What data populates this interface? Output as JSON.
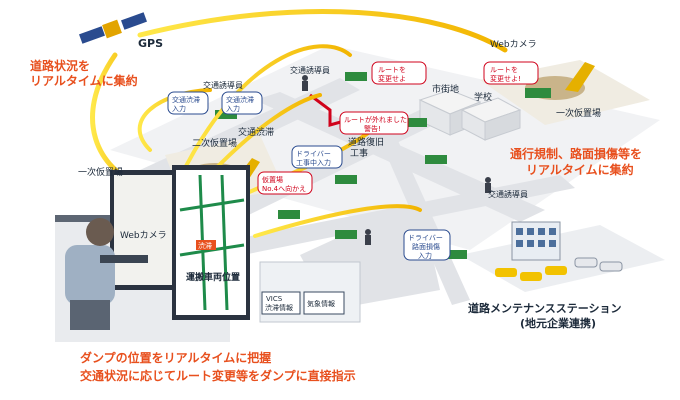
{
  "labels": {
    "gps": "GPS",
    "road_status": [
      "道路状況を",
      "リアルタイムに集約"
    ],
    "web_camera_top": "Webカメラ",
    "web_camera_center": "Webカメラ",
    "primary_yard_left": "一次仮置場",
    "primary_yard_right": "一次仮置場",
    "secondary_yard": "二次仮置場",
    "traffic_guard_1": "交通誘導員",
    "traffic_guard_2": "交通誘導員",
    "traffic_guard_3": "交通誘導員",
    "traffic_jam": "交通渋滞",
    "city_area": "市街地",
    "school": "学校",
    "road_work": [
      "道路復旧",
      "工事"
    ],
    "regulation": [
      "通行規制、路面損傷等を",
      "リアルタイムに集約"
    ],
    "maintenance": [
      "道路メンテナンスステーション",
      "(地元企業連携)"
    ],
    "vehicle_position": "運搬車両位置",
    "jam_marker": "渋滞",
    "vics": [
      "VICS",
      "渋滞情報"
    ],
    "weather": "気象情報",
    "bottom_caption": [
      "ダンプの位置をリアルタイムに把握",
      "交通状況に応じてルート変更等をダンプに直接指示"
    ]
  },
  "bubbles": {
    "change_route_1": [
      "ルートを",
      "変更せよ"
    ],
    "change_route_2": [
      "ルートを",
      "変更せよ!"
    ],
    "off_route": [
      "ルートが外れました",
      "警告!"
    ],
    "jam_input_1": [
      "交通渋滞",
      "入力"
    ],
    "jam_input_2": [
      "交通渋滞",
      "入力"
    ],
    "work_input": [
      "ドライバー",
      "工事中入力"
    ],
    "go_yard": [
      "仮置場",
      "No.4へ向かえ"
    ],
    "damage_input": [
      "ドライバー",
      "路面損傷",
      "入力"
    ]
  },
  "colors": {
    "accent_orange": "#e8501e",
    "navy_text": "#1c2a3a",
    "signal_yellow": "#f5c400",
    "road": "#e4e6ea",
    "dump_green": "#2e8b3e"
  },
  "icons": [
    "satellite-icon",
    "signal-wave-icon",
    "operator-icon",
    "monitor-icon",
    "dump-truck-icon",
    "excavator-icon",
    "building-icon",
    "phone-icon",
    "car-icon"
  ]
}
